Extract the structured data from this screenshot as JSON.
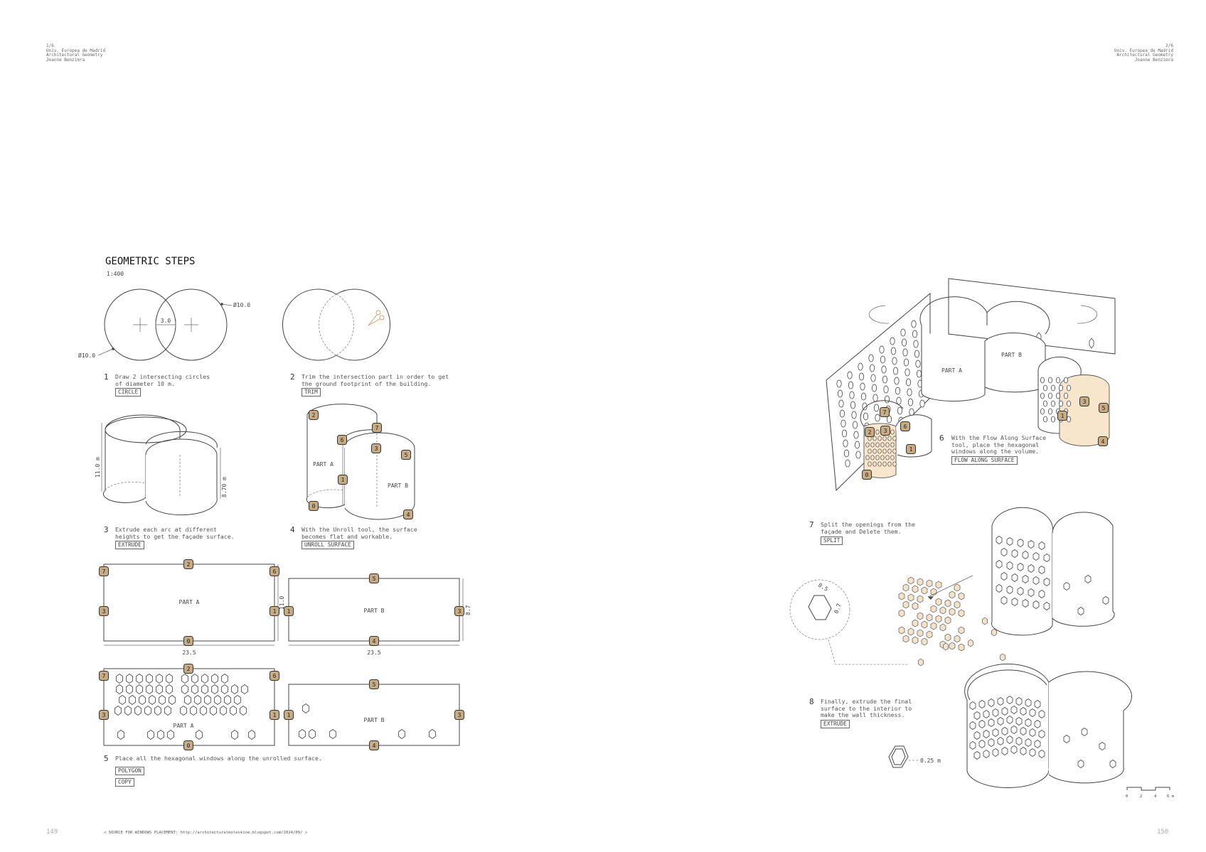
{
  "header_left": {
    "line1": "1/6",
    "line2": "Univ. Europea de Madrid",
    "line3": "Architectural Geometry",
    "line4": "Joanne Benzimra"
  },
  "header_right": {
    "line1": "2/6",
    "line2": "Univ. Europea de Madrid",
    "line3": "Architectural Geometry",
    "line4": "Joanne Benzimra"
  },
  "title": "GEOMETRIC STEPS",
  "scale": "1:400",
  "dimensions": {
    "diameter_right": "Ø10.0",
    "diameter_left": "Ø10.0",
    "offset": "3.0",
    "height_a": "11.0 m",
    "height_b": "8.70 m",
    "width_a": "23.5",
    "width_b": "23.5",
    "height_a_short": "11.0",
    "height_b_short": "8.7",
    "hex_w": "0.5",
    "hex_h": "0.7",
    "thickness": "0.25 m"
  },
  "labels": {
    "part_a": "PART A",
    "part_b": "PART B"
  },
  "steps": [
    {
      "num": "1",
      "text": "Draw 2 intersecting circles\nof diameter 10 m.",
      "tools": [
        "CIRCLE"
      ]
    },
    {
      "num": "2",
      "text": "Trim the intersection part in order to get\nthe ground footprint of the building.",
      "tools": [
        "TRIM"
      ]
    },
    {
      "num": "3",
      "text": "Extrude each arc at different\nheights to get the façade surface.",
      "tools": [
        "EXTRUDE"
      ]
    },
    {
      "num": "4",
      "text": "With the Unroll tool, the surface\nbecomes flat and workable.",
      "tools": [
        "UNROLL SURFACE"
      ]
    },
    {
      "num": "5",
      "text": "Place all the hexagonal windows along the unrolled surface.",
      "tools": [
        "POLYGON",
        "COPY"
      ]
    },
    {
      "num": "6",
      "text": "With the Flow Along Surface\ntool, place the hexagonal\nwindows along the volume.",
      "tools": [
        "FLOW ALONG SURFACE"
      ]
    },
    {
      "num": "7",
      "text": "Split the openings from the\nfaçade and Delete them.",
      "tools": [
        "SPLIT"
      ]
    },
    {
      "num": "8",
      "text": "Finally, extrude the final\nsurface to the interior to\nmake the wall thickness.",
      "tools": [
        "EXTRUDE"
      ]
    }
  ],
  "badges": [
    "0",
    "1",
    "2",
    "3",
    "4",
    "5",
    "6",
    "7"
  ],
  "scale_bar": [
    "0",
    "2",
    "4",
    "6 m"
  ],
  "source": "< SOURCE FOR WINDOWS PLACEMENT: http://architecturalmoleskine.blogspot.com/2014/09/ >",
  "page_left": "149",
  "page_right": "150",
  "colors": {
    "badge": "#c7ab82",
    "beige": "#f8e6cc",
    "line": "#444444"
  }
}
